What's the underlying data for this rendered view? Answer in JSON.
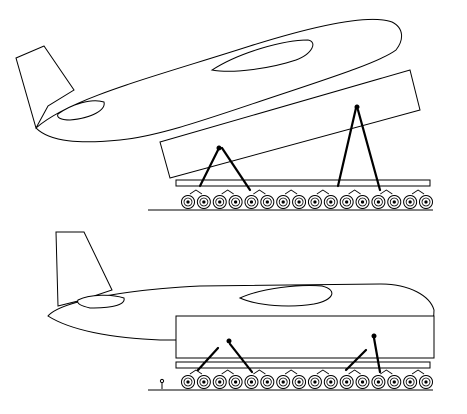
{
  "scenes": [
    {
      "name": "tilted-loading",
      "platform_angle": "raised",
      "wheel_count": 16
    },
    {
      "name": "level-loading",
      "platform_angle": "level",
      "wheel_count": 16
    }
  ]
}
